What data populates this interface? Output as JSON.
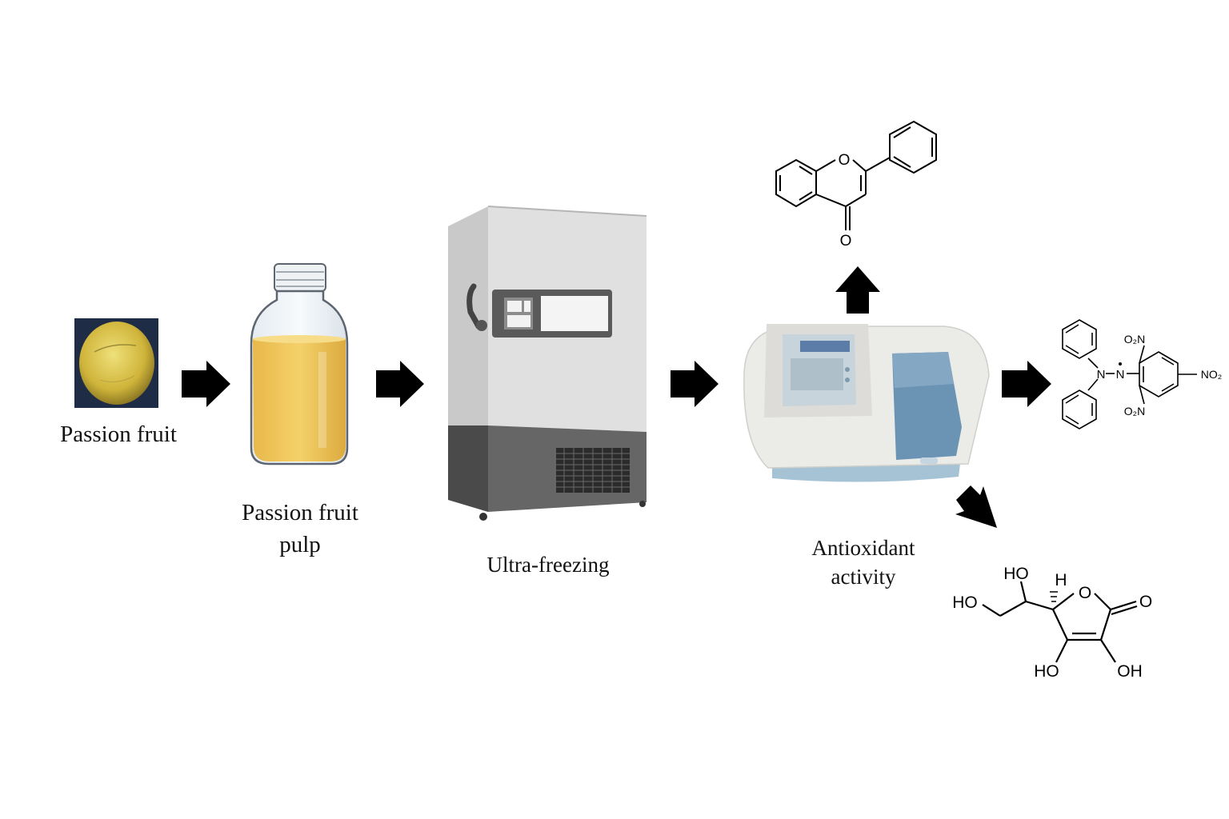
{
  "labels": {
    "passion_fruit": "Passion fruit",
    "pulp_line1": "Passion fruit",
    "pulp_line2": "pulp",
    "ultra_freezing": "Ultra-freezing",
    "antioxidant_line1": "Antioxidant",
    "antioxidant_line2": "activity"
  },
  "flavone": {
    "o_ring": "O",
    "o_ketone": "O"
  },
  "dpph": {
    "no2_top": "O₂N",
    "no2_right": "NO₂",
    "no2_bottom": "O₂N",
    "n1": "N",
    "n2": "N"
  },
  "ascorbic": {
    "ho_top": "HO",
    "h": "H",
    "ho_left": "HO",
    "o_ring": "O",
    "o_carbonyl": "O",
    "ho_bottom": "HO",
    "oh_bottom": "OH"
  },
  "colors": {
    "arrow": "#000000",
    "pulp": "#f0c85a",
    "fruit": "#d9c23e",
    "freezer_body": "#dcdcdc",
    "freezer_base": "#555555",
    "spectro_body": "#e9e9e6",
    "spectro_lid": "#6b93b4",
    "spectro_base": "#a6c3d6"
  }
}
